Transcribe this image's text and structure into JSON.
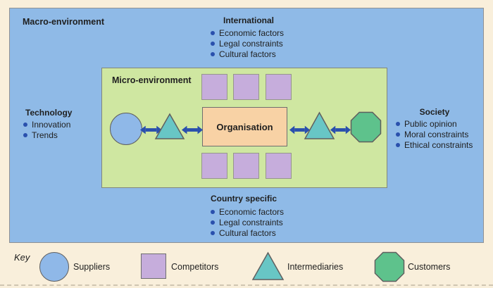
{
  "colors": {
    "page_bg": "#f9efdb",
    "macro_bg": "#8fbae7",
    "micro_bg": "#cfe7a1",
    "square_fill": "#c6addc",
    "organisation_fill": "#f8d2a5",
    "triangle_fill": "#68c6c5",
    "octagon_fill": "#5ec28c",
    "supplier_fill": "#8fb8e8",
    "arrow_blue": "#2a50ad",
    "text": "#1f1f1f",
    "box_border": "#8f9193",
    "page_edge_dash": "#cfc5b1"
  },
  "macro": {
    "label": "Macro-environment",
    "sections": {
      "international": {
        "title": "International",
        "items": [
          "Economic factors",
          "Legal constraints",
          "Cultural factors"
        ]
      },
      "technology": {
        "title": "Technology",
        "items": [
          "Innovation",
          "Trends"
        ]
      },
      "society": {
        "title": "Society",
        "items": [
          "Public opinion",
          "Moral constraints",
          "Ethical constraints"
        ]
      },
      "country_specific": {
        "title": "Country specific",
        "items": [
          "Economic factors",
          "Legal constraints",
          "Cultural factors"
        ]
      }
    }
  },
  "micro": {
    "label": "Micro-environment",
    "organisation_label": "Organisation"
  },
  "key": {
    "label": "Key",
    "entries": [
      {
        "shape": "circle",
        "label": "Suppliers"
      },
      {
        "shape": "square",
        "label": "Competitors"
      },
      {
        "shape": "triangle",
        "label": "Intermediaries"
      },
      {
        "shape": "octagon",
        "label": "Customers"
      }
    ]
  }
}
